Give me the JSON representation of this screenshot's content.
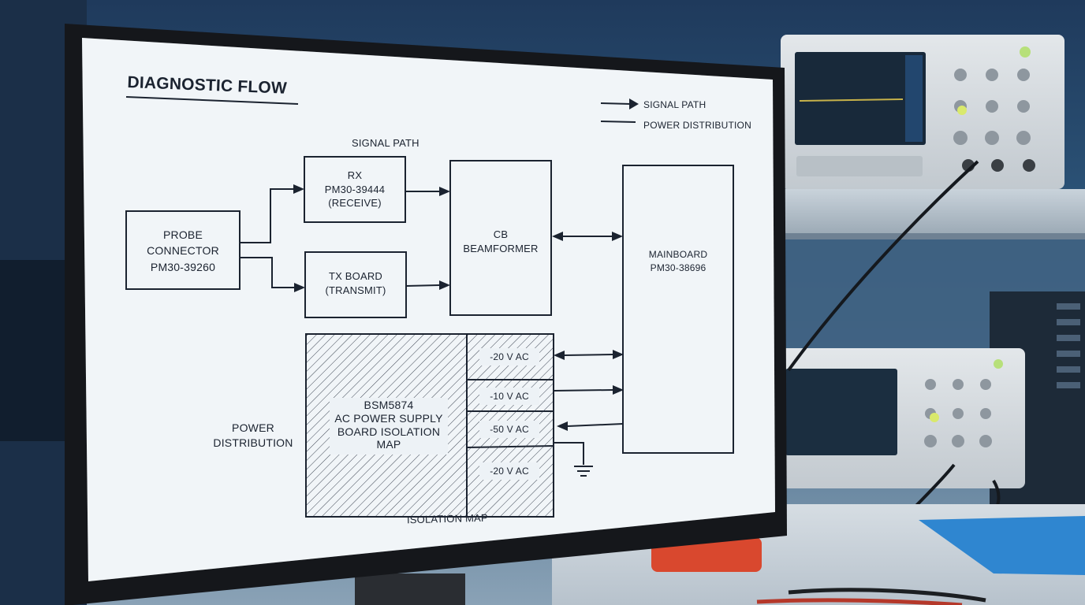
{
  "diagram": {
    "title": "DIAGNOSTIC FLOW",
    "legend": {
      "signal_path": "SIGNAL PATH",
      "power_distribution": "POWER DISTRIBUTION"
    },
    "section_signal": "SIGNAL PATH",
    "section_power": "POWER\nDISTRIBUTION",
    "blocks": {
      "probe": "PROBE\nCONNECTOR\nPM30-39260",
      "rx": "RX\nPM30-39444\n(RECEIVE)",
      "tx": "TX BOARD\n(TRANSMIT)",
      "beamformer": "CB\nBEAMFORMER",
      "mainboard": "MAINBOARD\nPM30-38696",
      "psu": "BSM5874\nAC POWER SUPPLY\nBOARD ISOLATION\nMAP"
    },
    "rails": [
      "-20 V AC",
      "-10 V AC",
      "-50 V AC",
      "-20 V AC"
    ],
    "isolation_label": "ISOLATION MAP"
  },
  "colors": {
    "screen": "#edf2f6",
    "ink": "#1b2330",
    "bezel": "#16181c"
  }
}
